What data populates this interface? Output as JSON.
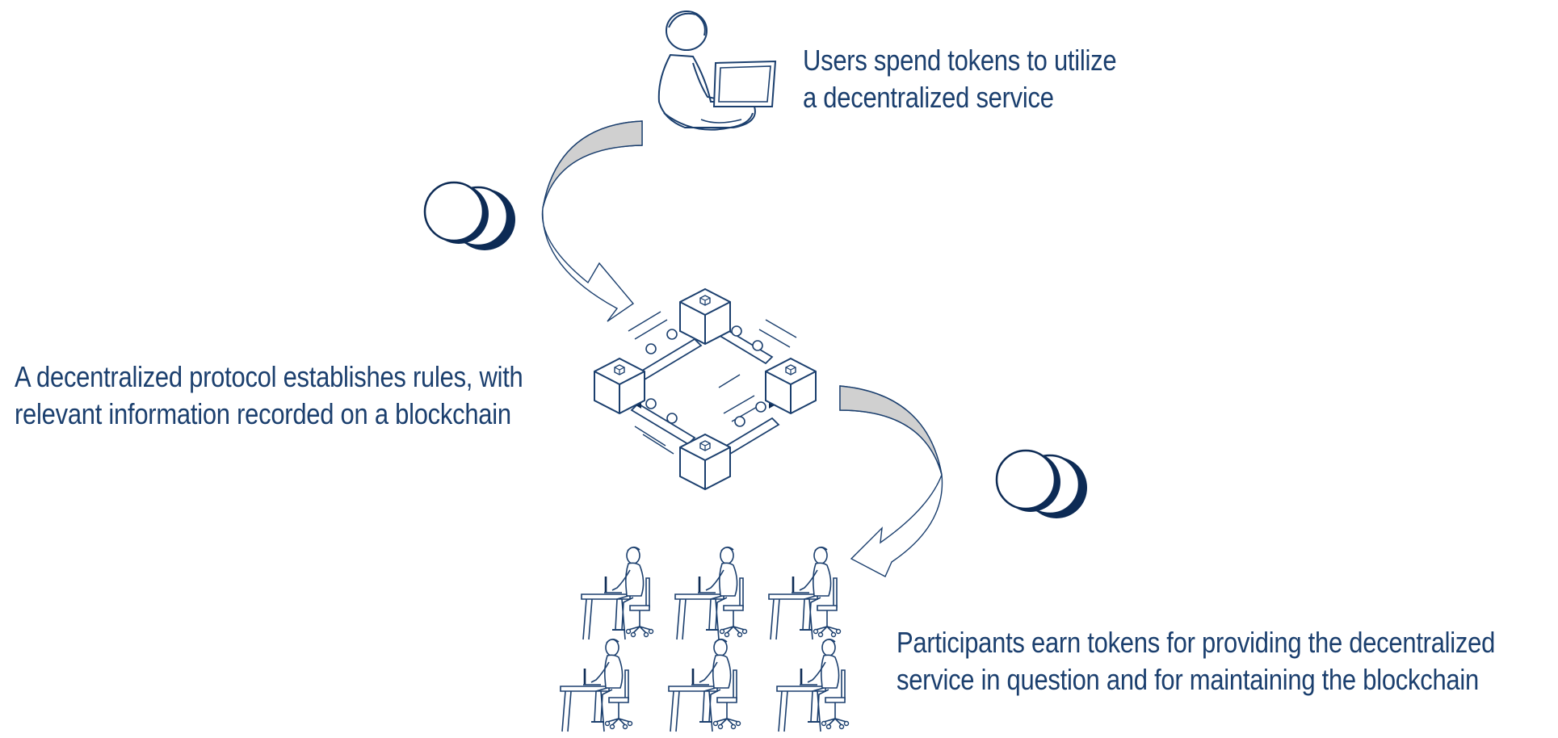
{
  "captions": {
    "users": [
      "Users spend tokens to utilize",
      "a decentralized service"
    ],
    "protocol": [
      "A decentralized protocol establishes rules, with",
      "relevant information recorded on a blockchain"
    ],
    "participants": [
      "Participants earn tokens for providing the decentralized",
      "service in question and for maintaining the blockchain"
    ]
  },
  "colors": {
    "ink": "#1b3f6e",
    "navy": "#0d2b55",
    "arrow_fill": "#d0d0d0",
    "background": "#ffffff"
  },
  "elements": {
    "user_icon": "person-with-laptop-icon",
    "token_icon": "token-coins-icon",
    "blockchain_icon": "blockchain-network-icon",
    "worker_icon": "person-at-desk-icon",
    "arrow_icon": "curved-arrow-icon"
  }
}
